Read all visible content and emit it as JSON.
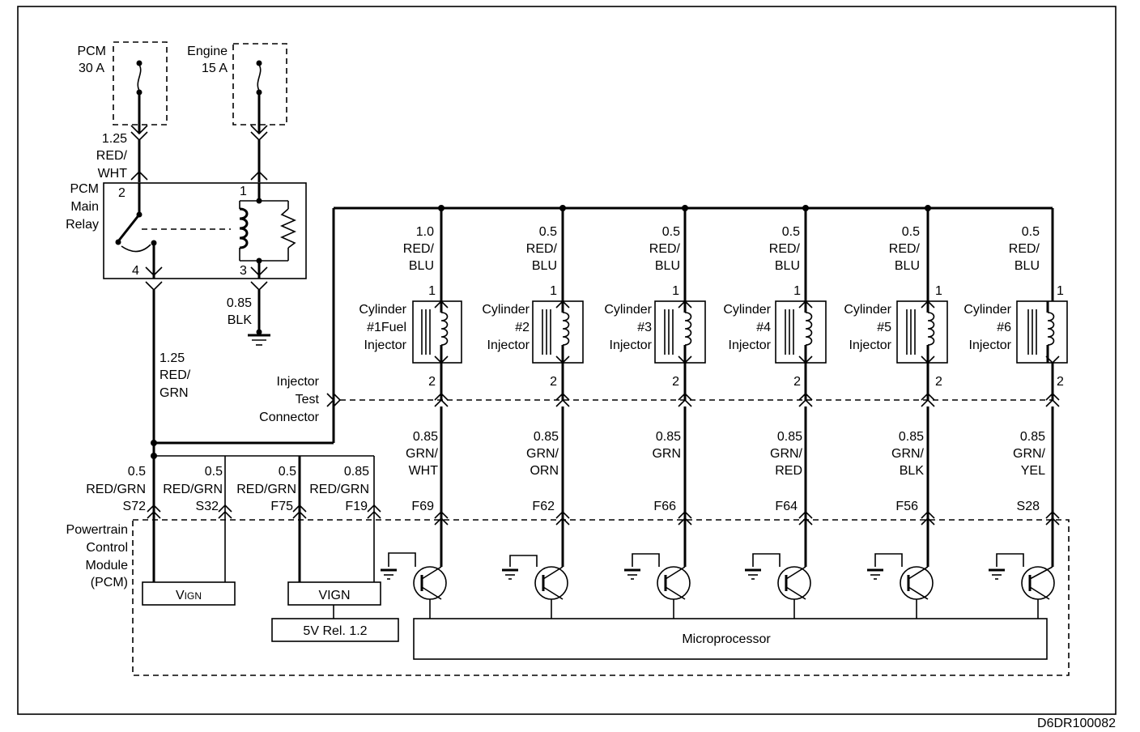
{
  "fuses": [
    {
      "name": "PCM",
      "rating": "30 A"
    },
    {
      "name": "Engine",
      "rating": "15 A"
    }
  ],
  "relay": {
    "label": [
      "PCM",
      "Main",
      "Relay"
    ],
    "pins": [
      "2",
      "1",
      "4",
      "3"
    ],
    "wire_in": [
      "1.25",
      "RED/",
      "WHT"
    ],
    "ground_wire": [
      "0.85",
      "BLK"
    ],
    "out_wire": [
      "1.25",
      "RED/",
      "GRN"
    ]
  },
  "test_connector": [
    "Injector",
    "Test",
    "Connector"
  ],
  "injectors": [
    {
      "feed": [
        "1.0",
        "RED/",
        "BLU"
      ],
      "label": [
        "Cylinder",
        "#1Fuel",
        "Injector"
      ],
      "signal": [
        "0.85",
        "GRN/",
        "WHT"
      ],
      "pin": "F69"
    },
    {
      "feed": [
        "0.5",
        "RED/",
        "BLU"
      ],
      "label": [
        "Cylinder",
        "#2",
        "Injector"
      ],
      "signal": [
        "0.85",
        "GRN/",
        "ORN"
      ],
      "pin": "F62"
    },
    {
      "feed": [
        "0.5",
        "RED/",
        "BLU"
      ],
      "label": [
        "Cylinder",
        "#3",
        "Injector"
      ],
      "signal": [
        "0.85",
        "GRN"
      ],
      "pin": "F66"
    },
    {
      "feed": [
        "0.5",
        "RED/",
        "BLU"
      ],
      "label": [
        "Cylinder",
        "#4",
        "Injector"
      ],
      "signal": [
        "0.85",
        "GRN/",
        "RED"
      ],
      "pin": "F64"
    },
    {
      "feed": [
        "0.5",
        "RED/",
        "BLU"
      ],
      "label": [
        "Cylinder",
        "#5",
        "Injector"
      ],
      "signal": [
        "0.85",
        "GRN/",
        "BLK"
      ],
      "pin": "F56"
    },
    {
      "feed": [
        "0.5",
        "RED/",
        "BLU"
      ],
      "label": [
        "Cylinder",
        "#6",
        "Injector"
      ],
      "signal": [
        "0.85",
        "GRN/",
        "YEL"
      ],
      "pin": "S28"
    }
  ],
  "injector_pins": [
    "1",
    "2"
  ],
  "ign_feeds": [
    {
      "gauge": "0.5",
      "color": "RED/GRN",
      "pin": "S72"
    },
    {
      "gauge": "0.5",
      "color": "RED/GRN",
      "pin": "S32"
    },
    {
      "gauge": "0.5",
      "color": "RED/GRN",
      "pin": "F75"
    },
    {
      "gauge": "0.85",
      "color": "RED/GRN",
      "pin": "F19"
    }
  ],
  "pcm_label": [
    "Powertrain",
    "Control",
    "Module",
    "(PCM)"
  ],
  "vign_1": {
    "main": "V",
    "sub": "IGN"
  },
  "vign_2": "VIGN",
  "ref_box": "5V Rel. 1.2",
  "microprocessor": "Microprocessor",
  "figure_code": "D6DR100082"
}
